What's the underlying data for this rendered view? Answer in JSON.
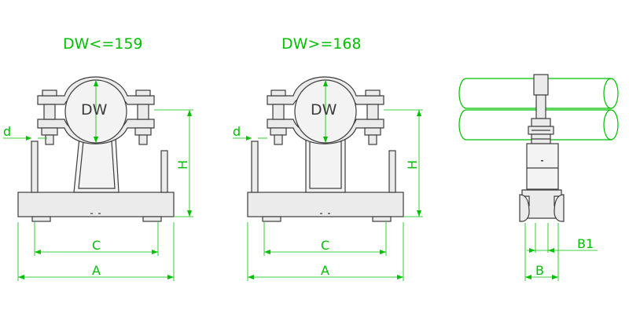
{
  "titles": {
    "left": "DW<=159",
    "middle": "DW>=168"
  },
  "dimensions": {
    "dw": "DW",
    "d": "d",
    "h": "H",
    "c": "C",
    "a": "A",
    "b": "B",
    "b1": "B1"
  },
  "colors": {
    "dimension": "#00c000",
    "part_outline": "#3c3c3c",
    "part_fill": "#ebebeb"
  }
}
